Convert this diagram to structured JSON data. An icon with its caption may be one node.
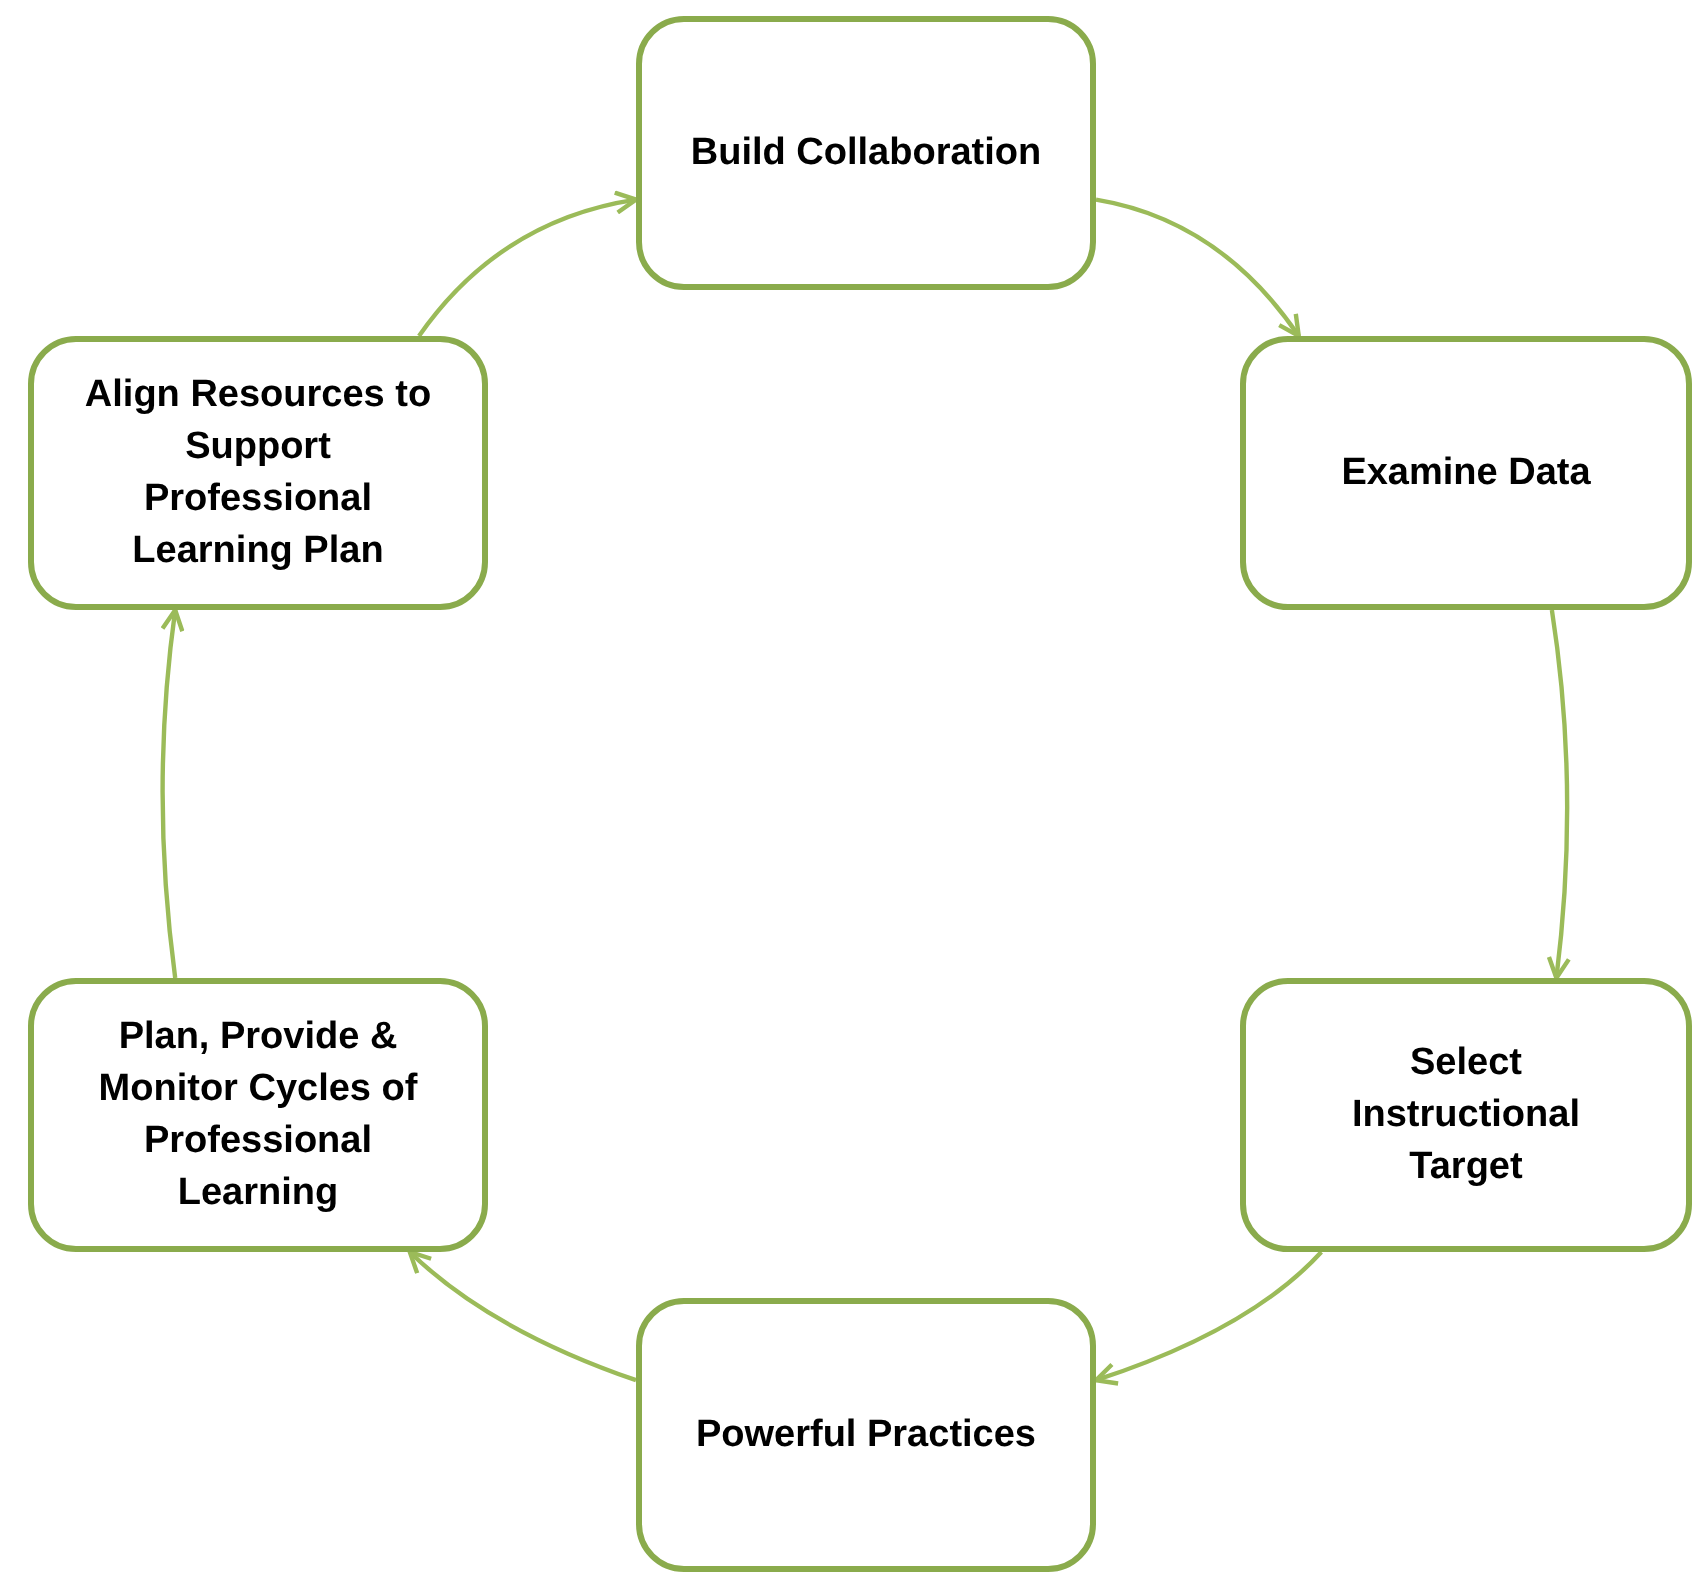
{
  "diagram": {
    "nodes": [
      {
        "text": [
          "Build Collaboration"
        ]
      },
      {
        "text": [
          "Examine Data"
        ]
      },
      {
        "text": [
          "Select Instructional Target"
        ]
      },
      {
        "text": [
          "Powerful Practices"
        ]
      },
      {
        "text": [
          "Plan, Provide & Monitor Cycles of Professional Learning"
        ]
      },
      {
        "text": [
          "Align Resources to Support Professional Learning Plan"
        ]
      }
    ],
    "edges": [
      {
        "from": 0,
        "to": 1,
        "arrow": "to"
      },
      {
        "from": 1,
        "to": 2,
        "arrow": "to"
      },
      {
        "from": 2,
        "to": 3,
        "arrow": "to"
      },
      {
        "from": 3,
        "to": 4,
        "arrow": "to"
      },
      {
        "from": 4,
        "to": 5,
        "arrow": "to"
      },
      {
        "from": 5,
        "to": 0,
        "arrow": "to"
      }
    ]
  }
}
